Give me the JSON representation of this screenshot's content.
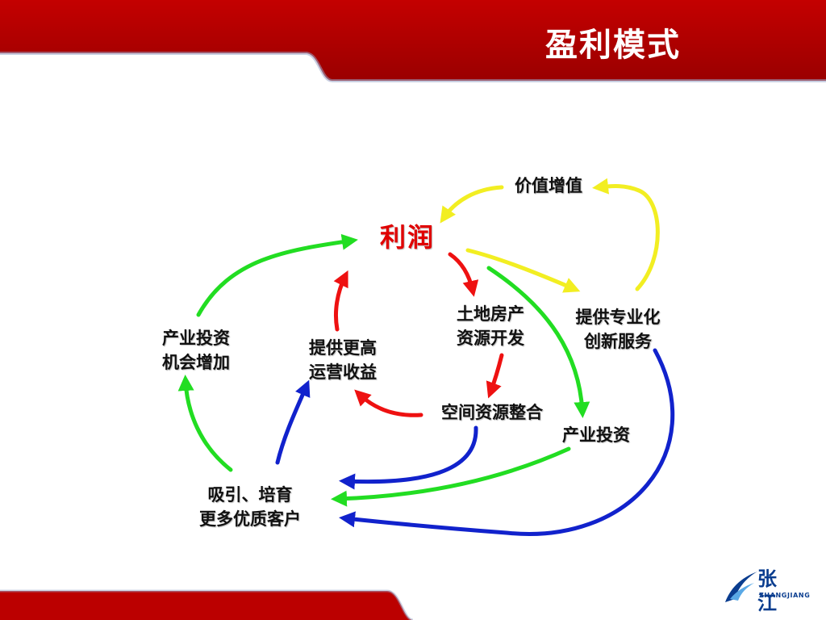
{
  "slide": {
    "title": "盈利模式",
    "colors": {
      "brand_red": "#b00000",
      "arrow_red": "#ee1111",
      "arrow_green": "#22dd22",
      "arrow_blue": "#1122cc",
      "arrow_yellow": "#f2ee22",
      "center_text": "#e00000",
      "logo_blue": "#0a3d8f"
    }
  },
  "diagram": {
    "center": "利润",
    "nodes": {
      "value_added": "价值增值",
      "land_dev": [
        "土地房产",
        "资源开发"
      ],
      "specialized_service": [
        "提供专业化",
        "创新服务"
      ],
      "industry_invest_opportunity": [
        "产业投资",
        "机会增加"
      ],
      "higher_revenue": [
        "提供更高",
        "运营收益"
      ],
      "space_integration": "空间资源整合",
      "industry_invest": "产业投资",
      "attract_clients": [
        "吸引、培育",
        "更多优质客户"
      ]
    }
  },
  "logo": {
    "chinese": "张 江",
    "english": "ZHANGJIANG",
    "icon": "zhangjiang-swoosh-icon"
  }
}
